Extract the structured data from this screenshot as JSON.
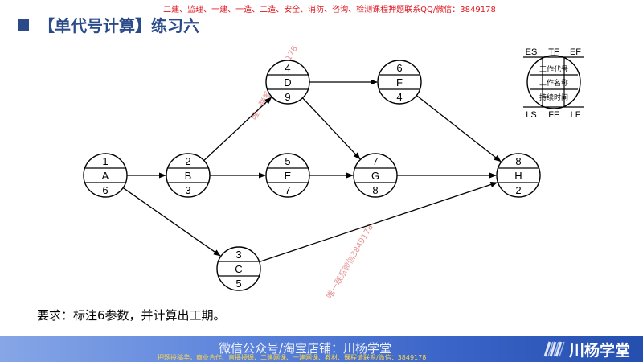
{
  "banner": "二建、监理、一建、一造、二造、安全、消防、咨询、检测课程押题联系QQ/微信：3849178",
  "title": "【单代号计算】练习六",
  "requirement": "要求：标注6参数，并计算出工期。",
  "nodes": [
    {
      "id": "1",
      "name": "A",
      "duration": "6"
    },
    {
      "id": "2",
      "name": "B",
      "duration": "3"
    },
    {
      "id": "3",
      "name": "C",
      "duration": "5"
    },
    {
      "id": "4",
      "name": "D",
      "duration": "9"
    },
    {
      "id": "5",
      "name": "E",
      "duration": "7"
    },
    {
      "id": "6",
      "name": "F",
      "duration": "4"
    },
    {
      "id": "7",
      "name": "G",
      "duration": "8"
    },
    {
      "id": "8",
      "name": "H",
      "duration": "2"
    }
  ],
  "edges": [
    {
      "from": "1",
      "to": "2"
    },
    {
      "from": "1",
      "to": "3"
    },
    {
      "from": "2",
      "to": "4"
    },
    {
      "from": "2",
      "to": "5"
    },
    {
      "from": "4",
      "to": "6"
    },
    {
      "from": "4",
      "to": "7"
    },
    {
      "from": "5",
      "to": "7"
    },
    {
      "from": "6",
      "to": "8"
    },
    {
      "from": "7",
      "to": "8"
    },
    {
      "from": "3",
      "to": "8"
    }
  ],
  "legend": {
    "es": "ES",
    "tf": "TF",
    "ef": "EF",
    "ls": "LS",
    "ff": "FF",
    "lf": "LF",
    "row1": "工作代号",
    "row2": "工作名称",
    "row3": "持续时间"
  },
  "watermark": "唯一联系微信3849178",
  "footer": {
    "text": "微信公众号/淘宝店铺：川杨学堂",
    "sub": "押题投稿华，商业合作、直播授课、二建网课、一建网课、教材、课程请联系/微信：3849178",
    "brand": "川杨学堂"
  },
  "colors": {
    "title": "#2b4a8a",
    "banner": "#e0141e",
    "footer": "#3a64c8",
    "watermark": "#d23a3a"
  }
}
